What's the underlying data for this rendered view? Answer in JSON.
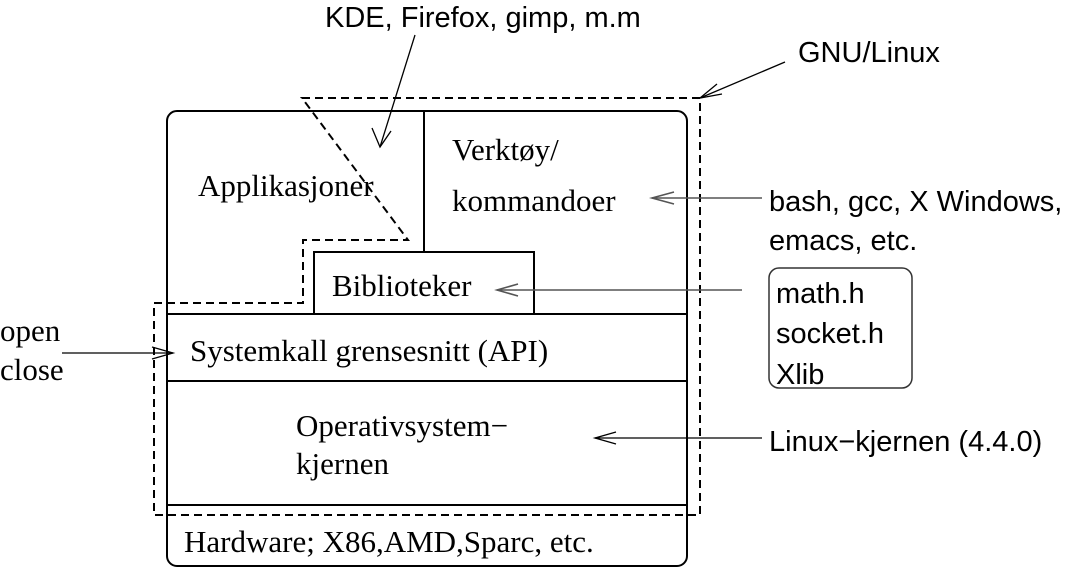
{
  "diagram": {
    "layers": {
      "applications": "Applikasjoner",
      "tools_line1": "Verktøy/",
      "tools_line2": "kommandoer",
      "libraries": "Biblioteker",
      "syscall_api": "Systemkall grensesnitt (API)",
      "kernel_line1": "Operativsystem−",
      "kernel_line2": "kjernen",
      "hardware": "Hardware; X86,AMD,Sparc, etc."
    },
    "annotations": {
      "apps_examples": "KDE, Firefox, gimp,  m.m",
      "gnu_linux": "GNU/Linux",
      "tools_examples_line1": "bash, gcc, X Windows,",
      "tools_examples_line2": "emacs, etc.",
      "library_examples": [
        "math.h",
        "socket.h",
        "Xlib"
      ],
      "syscall_examples": [
        "open",
        "close"
      ],
      "kernel_example": "Linux−kjernen (4.4.0)"
    },
    "colors": {
      "line": "#000000",
      "background": "#ffffff"
    }
  }
}
